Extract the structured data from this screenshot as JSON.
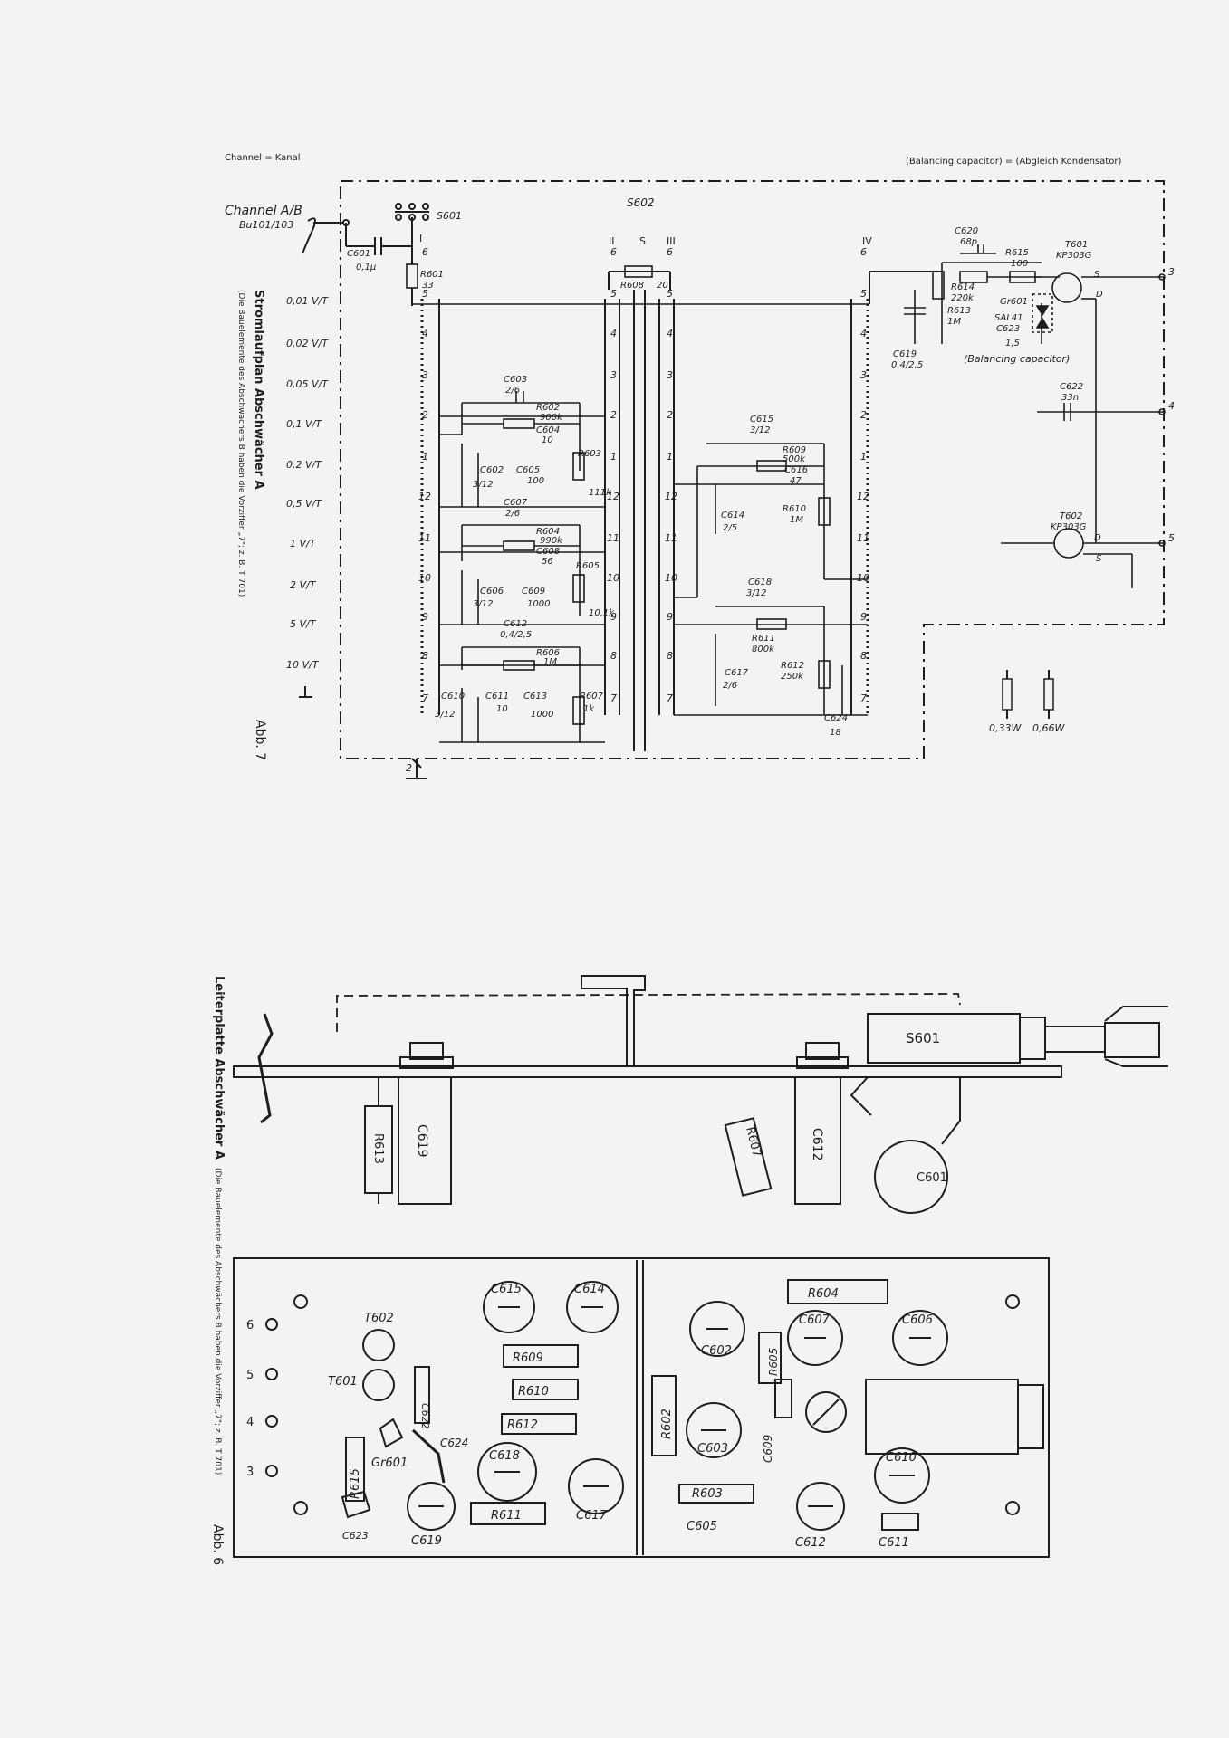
{
  "header": {
    "channel_note": "Channel = Kanal",
    "balancing_note": "(Balancing capacitor) = (Abgleich Kondensator)"
  },
  "figure7": {
    "title": "Stromlaufplan Abschwächer A",
    "subtitle": "(Die Bauelemente des Abschwächers B haben die Vorziffer „7\"; z. B. T 701)",
    "abb": "Abb. 7"
  },
  "figure6": {
    "title": "Leiterplatte Abschwächer A",
    "subtitle": "(Die Bauelemente des Abschwächers B haben die Vorziffer „7\"; z. B. T 701)",
    "abb": "Abb. 6"
  },
  "schematic": {
    "input_label": "Channel A/B",
    "input_connector": "Bu101/103",
    "switch_s601": "S601",
    "switch_s602": "S602",
    "deck_labels": [
      "I",
      "II",
      "S",
      "III",
      "IV"
    ],
    "ranges": [
      "0,01 V/T",
      "0,02 V/T",
      "0,05 V/T",
      "0,1 V/T",
      "0,2 V/T",
      "0,5 V/T",
      "1 V/T",
      "2 V/T",
      "5 V/T",
      "10 V/T"
    ],
    "positions": [
      "5",
      "4",
      "3",
      "2",
      "1",
      "12",
      "11",
      "10",
      "9",
      "8",
      "7",
      "6"
    ],
    "out_pins": [
      "3",
      "4",
      "5"
    ],
    "ground_pin": "2",
    "components": [
      {
        "ref": "C601",
        "val": "0,1µ"
      },
      {
        "ref": "R601",
        "val": "33"
      },
      {
        "ref": "R608",
        "val": "20"
      },
      {
        "ref": "C603",
        "val": "2/6"
      },
      {
        "ref": "R602",
        "val": "900k"
      },
      {
        "ref": "C604",
        "val": "10"
      },
      {
        "ref": "C602",
        "val": "3/12"
      },
      {
        "ref": "C605",
        "val": "100"
      },
      {
        "ref": "R603",
        "val": "111k"
      },
      {
        "ref": "C607",
        "val": "2/6"
      },
      {
        "ref": "R604",
        "val": "990k"
      },
      {
        "ref": "C608",
        "val": "56"
      },
      {
        "ref": "C606",
        "val": "3/12"
      },
      {
        "ref": "C609",
        "val": "1000"
      },
      {
        "ref": "R605",
        "val": "10,1k"
      },
      {
        "ref": "C612",
        "val": "0,4/2,5"
      },
      {
        "ref": "R606",
        "val": "1M"
      },
      {
        "ref": "C610",
        "val": "3/12"
      },
      {
        "ref": "C611",
        "val": "10"
      },
      {
        "ref": "C613",
        "val": "1000"
      },
      {
        "ref": "R607",
        "val": "1k"
      },
      {
        "ref": "C615",
        "val": "3/12"
      },
      {
        "ref": "R609",
        "val": "500k"
      },
      {
        "ref": "C616",
        "val": "47"
      },
      {
        "ref": "C614",
        "val": "2/5"
      },
      {
        "ref": "R610",
        "val": "1M"
      },
      {
        "ref": "C618",
        "val": "3/12"
      },
      {
        "ref": "R611",
        "val": "800k"
      },
      {
        "ref": "C617",
        "val": "2/6"
      },
      {
        "ref": "R612",
        "val": "250k"
      },
      {
        "ref": "C624",
        "val": "18"
      },
      {
        "ref": "C620",
        "val": "68p"
      },
      {
        "ref": "R614",
        "val": "220k"
      },
      {
        "ref": "R615",
        "val": "100"
      },
      {
        "ref": "R613",
        "val": "1M"
      },
      {
        "ref": "C619",
        "val": "0,4/2,5"
      },
      {
        "ref": "Gr601",
        "val": "SAL41"
      },
      {
        "ref": "C623",
        "val": "1,5"
      },
      {
        "ref": "C622",
        "val": "33n"
      },
      {
        "ref": "T601",
        "val": "KP303G"
      },
      {
        "ref": "T602",
        "val": "KP303G"
      }
    ],
    "balancing_label": "(Balancing capacitor)",
    "terminal_labels": [
      "S",
      "D",
      "D",
      "S"
    ],
    "power_legend": [
      "0,33W",
      "0,66W"
    ]
  },
  "board_side": {
    "labels": [
      "S601",
      "R613",
      "C619",
      "R607",
      "C612",
      "C601"
    ]
  },
  "board_top": {
    "pins": [
      "6",
      "5",
      "4",
      "3"
    ],
    "labels": [
      "T602",
      "T601",
      "R615",
      "Gr601",
      "C623",
      "C619",
      "C622",
      "C624",
      "C615",
      "C614",
      "R609",
      "R610",
      "R612",
      "C618",
      "C617",
      "R611",
      "R602",
      "C602",
      "C603",
      "R605",
      "C609",
      "C607",
      "C606",
      "R604",
      "R603",
      "C605",
      "C612",
      "C610",
      "C611"
    ]
  }
}
